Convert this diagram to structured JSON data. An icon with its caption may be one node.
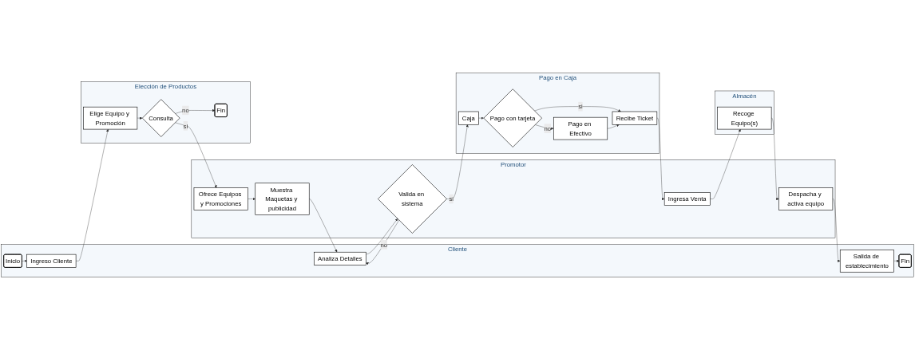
{
  "diagram": {
    "nodes": [
      {
        "text": [
          "Cliente"
        ]
      },
      {
        "text": [
          "Inicio"
        ],
        "in": 0
      },
      {
        "text": [
          "Ingreso Cliente"
        ],
        "in": 0
      },
      {
        "text": [
          "Analiza Detalles"
        ],
        "in": 0
      },
      {
        "text": [
          "Salida de establecimiento"
        ],
        "in": 0
      },
      {
        "text": [
          "Fin"
        ],
        "in": 0
      },
      {
        "text": [
          "Promotor"
        ]
      },
      {
        "text": [
          "Ofrece Equipos y Promociones"
        ],
        "in": 6
      },
      {
        "text": [
          "Muestra Maquetas y publicidad"
        ],
        "in": 6
      },
      {
        "text": [
          "Valida en sistema"
        ],
        "in": 6
      },
      {
        "text": [
          "Ingresa Venta"
        ],
        "in": 6
      },
      {
        "text": [
          "Despacha y activa equipo"
        ],
        "in": 6
      },
      {
        "text": [
          "Elección de Productos"
        ]
      },
      {
        "text": [
          "Elige Equipo y Promoción"
        ],
        "in": 12
      },
      {
        "text": [
          "Consulta"
        ],
        "in": 12
      },
      {
        "text": [
          "Fin"
        ],
        "in": 12
      },
      {
        "text": [
          "Almacén"
        ]
      },
      {
        "text": [
          "Recoge Equipo(s)"
        ],
        "in": 16
      },
      {
        "text": [
          "Pago en Caja"
        ]
      },
      {
        "text": [
          "Caja"
        ],
        "in": 18
      },
      {
        "text": [
          "Pago con tarjeta"
        ],
        "in": 18
      },
      {
        "text": [
          "Pago en Efectivo"
        ],
        "in": 18
      },
      {
        "text": [
          "Recibe Ticket"
        ],
        "in": 18
      }
    ],
    "edges": [
      {
        "from": 1,
        "to": 2,
        "arrow": "to"
      },
      {
        "from": 2,
        "to": 13,
        "arrow": "to"
      },
      {
        "from": 13,
        "to": 14,
        "arrow": "to"
      },
      {
        "from": 14,
        "to": 7,
        "arrow": "to",
        "label": "si"
      },
      {
        "from": 14,
        "to": 15,
        "arrow": "to",
        "label": "no"
      },
      {
        "from": 7,
        "to": 8,
        "arrow": "to"
      },
      {
        "from": 8,
        "to": 3,
        "arrow": "to"
      },
      {
        "from": 3,
        "to": 9,
        "arrow": "to"
      },
      {
        "from": 9,
        "to": 3,
        "arrow": "to",
        "label": "no"
      },
      {
        "from": 9,
        "to": 19,
        "arrow": "to",
        "label": "si"
      },
      {
        "from": 19,
        "to": 20,
        "arrow": "to"
      },
      {
        "from": 20,
        "to": 21,
        "arrow": "to",
        "label": "no"
      },
      {
        "from": 20,
        "to": 22,
        "arrow": "to",
        "label": "si"
      },
      {
        "from": 21,
        "to": 22,
        "arrow": "to"
      },
      {
        "from": 22,
        "to": 10,
        "arrow": "to"
      },
      {
        "from": 10,
        "to": 17,
        "arrow": "to"
      },
      {
        "from": 17,
        "to": 11,
        "arrow": "to"
      },
      {
        "from": 11,
        "to": 4,
        "arrow": "to"
      },
      {
        "from": 4,
        "to": 5,
        "arrow": "to"
      }
    ]
  }
}
